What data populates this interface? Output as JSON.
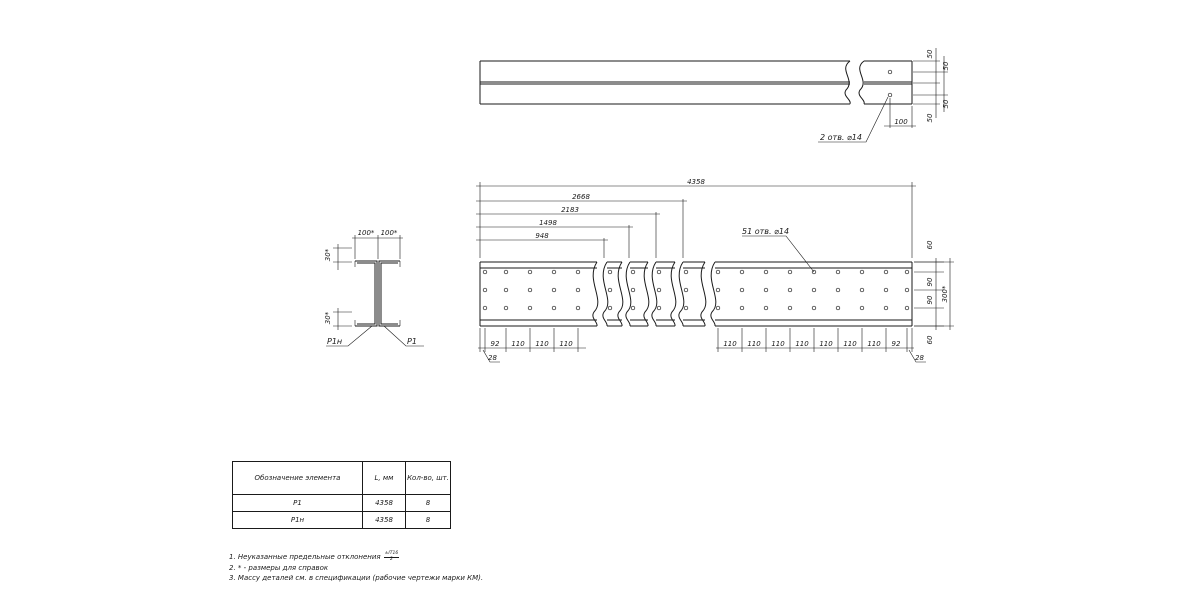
{
  "top_view": {
    "flange_dims": [
      "50",
      "50",
      "50",
      "50"
    ],
    "edge_dim": "100",
    "holes_label": "2 отв. ⌀14"
  },
  "section": {
    "top_dims": [
      "100*",
      "100*"
    ],
    "side_dims": [
      "30*",
      "30*"
    ],
    "label_left": "Р1н",
    "label_right": "Р1"
  },
  "main_view": {
    "overall_length": "4358",
    "chain_dims": [
      "2668",
      "2183",
      "1498",
      "948"
    ],
    "holes_label": "51 отв. ⌀14",
    "right_dims": [
      "60",
      "90",
      "90",
      "60"
    ],
    "height_dim": "300*",
    "left_bottom_dims": [
      "92",
      "110",
      "110",
      "110"
    ],
    "right_bottom_dims": [
      "110",
      "110",
      "110",
      "110",
      "110",
      "110",
      "110",
      "92"
    ],
    "edge_left": "28",
    "edge_right": "28"
  },
  "table": {
    "headers": [
      "Обозначение элемента",
      "L, мм",
      "Кол-во, шт."
    ],
    "rows": [
      [
        "Р1",
        "4358",
        "8"
      ],
      [
        "Р1н",
        "4358",
        "8"
      ]
    ]
  },
  "notes": {
    "line1": "1. Неуказанные предельные отклонения",
    "tol_num": "±IT16",
    "tol_den": "2",
    "line2": "2. * - размеры для справок",
    "line3": "3. Массу деталей см. в спецификации (рабочие чертежи марки КМ)."
  }
}
